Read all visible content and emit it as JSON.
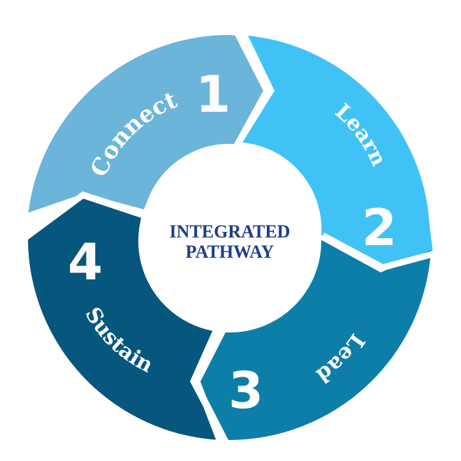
{
  "center": {
    "line1": "INTEGRATED",
    "line2": "PATHWAY",
    "text_color": "#1d3f86"
  },
  "segments": [
    {
      "number": "1",
      "label": "Connect",
      "color": "#6bb5da"
    },
    {
      "number": "2",
      "label": "Learn",
      "color": "#41c2f7"
    },
    {
      "number": "3",
      "label": "Lead",
      "color": "#0d7ea8"
    },
    {
      "number": "4",
      "label": "Sustain",
      "color": "#07567e"
    }
  ]
}
